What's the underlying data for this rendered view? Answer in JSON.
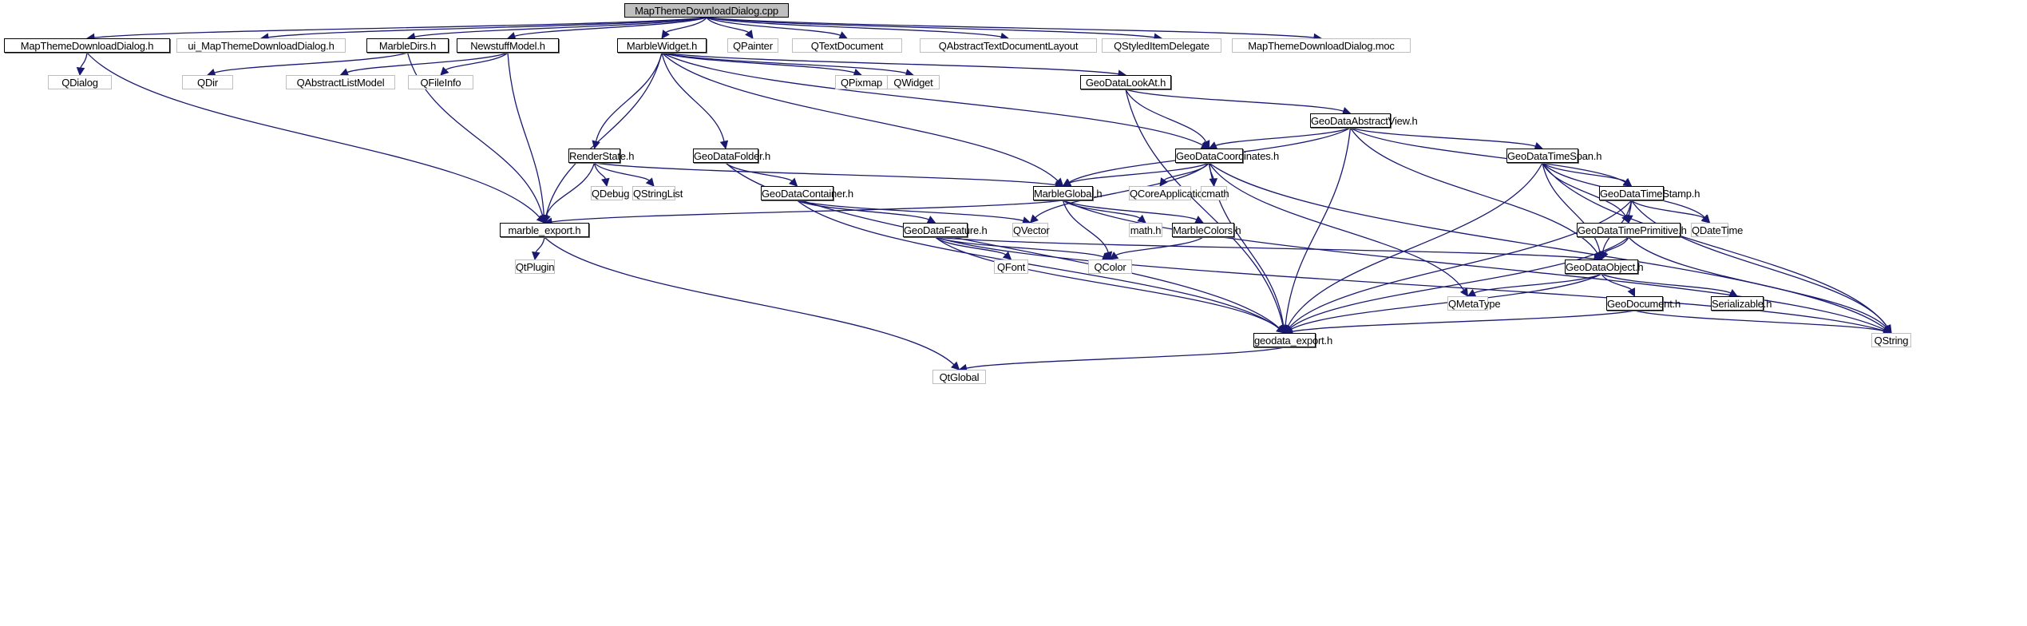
{
  "title": "MapThemeDownloadDialog.cpp include dependency graph",
  "colors": {
    "edge": "#191970",
    "documented_border": "#000000",
    "external_border": "#bfbfbf",
    "root_fill": "#bfbfbf"
  },
  "nodes": [
    {
      "id": "root",
      "label": "MapThemeDownloadDialog.cpp",
      "kind": "root"
    },
    {
      "id": "mtddh",
      "label": "MapThemeDownloadDialog.h",
      "kind": "doc"
    },
    {
      "id": "uimtdd",
      "label": "ui_MapThemeDownloadDialog.h",
      "kind": "ext"
    },
    {
      "id": "marbledirs",
      "label": "MarbleDirs.h",
      "kind": "doc"
    },
    {
      "id": "newstuff",
      "label": "NewstuffModel.h",
      "kind": "doc"
    },
    {
      "id": "marblewidget",
      "label": "MarbleWidget.h",
      "kind": "doc"
    },
    {
      "id": "qpainter",
      "label": "QPainter",
      "kind": "ext"
    },
    {
      "id": "qtextdoc",
      "label": "QTextDocument",
      "kind": "ext"
    },
    {
      "id": "qatdl",
      "label": "QAbstractTextDocumentLayout",
      "kind": "ext"
    },
    {
      "id": "qsid",
      "label": "QStyledItemDelegate",
      "kind": "ext"
    },
    {
      "id": "moc",
      "label": "MapThemeDownloadDialog.moc",
      "kind": "ext"
    },
    {
      "id": "qdialog",
      "label": "QDialog",
      "kind": "ext"
    },
    {
      "id": "qdir",
      "label": "QDir",
      "kind": "ext"
    },
    {
      "id": "qalm",
      "label": "QAbstractListModel",
      "kind": "ext"
    },
    {
      "id": "qfileinfo",
      "label": "QFileInfo",
      "kind": "ext"
    },
    {
      "id": "qpixmap",
      "label": "QPixmap",
      "kind": "ext"
    },
    {
      "id": "qwidget",
      "label": "QWidget",
      "kind": "ext"
    },
    {
      "id": "lookat",
      "label": "GeoDataLookAt.h",
      "kind": "doc"
    },
    {
      "id": "absview",
      "label": "GeoDataAbstractView.h",
      "kind": "doc"
    },
    {
      "id": "renderstate",
      "label": "RenderState.h",
      "kind": "doc"
    },
    {
      "id": "folder",
      "label": "GeoDataFolder.h",
      "kind": "doc"
    },
    {
      "id": "coords",
      "label": "GeoDataCoordinates.h",
      "kind": "doc"
    },
    {
      "id": "timespan",
      "label": "GeoDataTimeSpan.h",
      "kind": "doc"
    },
    {
      "id": "qdebug",
      "label": "QDebug",
      "kind": "ext"
    },
    {
      "id": "qstringlist",
      "label": "QStringList",
      "kind": "ext"
    },
    {
      "id": "container",
      "label": "GeoDataContainer.h",
      "kind": "doc"
    },
    {
      "id": "marbleglobal",
      "label": "MarbleGlobal.h",
      "kind": "doc"
    },
    {
      "id": "qcoreapp",
      "label": "QCoreApplication",
      "kind": "ext"
    },
    {
      "id": "cmath",
      "label": "cmath",
      "kind": "ext"
    },
    {
      "id": "timestamp",
      "label": "GeoDataTimeStamp.h",
      "kind": "doc"
    },
    {
      "id": "marbleexport",
      "label": "marble_export.h",
      "kind": "doc"
    },
    {
      "id": "feature",
      "label": "GeoDataFeature.h",
      "kind": "doc"
    },
    {
      "id": "qvector",
      "label": "QVector",
      "kind": "ext"
    },
    {
      "id": "mathh",
      "label": "math.h",
      "kind": "ext"
    },
    {
      "id": "marblecolors",
      "label": "MarbleColors.h",
      "kind": "doc"
    },
    {
      "id": "timeprim",
      "label": "GeoDataTimePrimitive.h",
      "kind": "doc"
    },
    {
      "id": "qdatetime",
      "label": "QDateTime",
      "kind": "ext"
    },
    {
      "id": "qtplugin",
      "label": "QtPlugin",
      "kind": "ext"
    },
    {
      "id": "qfont",
      "label": "QFont",
      "kind": "ext"
    },
    {
      "id": "qcolor",
      "label": "QColor",
      "kind": "ext"
    },
    {
      "id": "object",
      "label": "GeoDataObject.h",
      "kind": "doc"
    },
    {
      "id": "qmetatype",
      "label": "QMetaType",
      "kind": "ext"
    },
    {
      "id": "document",
      "label": "GeoDocument.h",
      "kind": "doc"
    },
    {
      "id": "serializable",
      "label": "Serializable.h",
      "kind": "doc"
    },
    {
      "id": "geodataexport",
      "label": "geodata_export.h",
      "kind": "doc"
    },
    {
      "id": "qstring",
      "label": "QString",
      "kind": "ext"
    },
    {
      "id": "qtglobal",
      "label": "QtGlobal",
      "kind": "ext"
    }
  ],
  "edges": [
    [
      "root",
      "mtddh"
    ],
    [
      "root",
      "uimtdd"
    ],
    [
      "root",
      "marbledirs"
    ],
    [
      "root",
      "newstuff"
    ],
    [
      "root",
      "marblewidget"
    ],
    [
      "root",
      "qpainter"
    ],
    [
      "root",
      "qtextdoc"
    ],
    [
      "root",
      "qatdl"
    ],
    [
      "root",
      "qsid"
    ],
    [
      "root",
      "moc"
    ],
    [
      "mtddh",
      "qdialog"
    ],
    [
      "mtddh",
      "marbleexport"
    ],
    [
      "marbledirs",
      "qdir"
    ],
    [
      "marbledirs",
      "marbleexport"
    ],
    [
      "newstuff",
      "qalm"
    ],
    [
      "newstuff",
      "qfileinfo"
    ],
    [
      "newstuff",
      "marbleexport"
    ],
    [
      "marblewidget",
      "qpixmap"
    ],
    [
      "marblewidget",
      "qwidget"
    ],
    [
      "marblewidget",
      "lookat"
    ],
    [
      "marblewidget",
      "renderstate"
    ],
    [
      "marblewidget",
      "folder"
    ],
    [
      "marblewidget",
      "coords"
    ],
    [
      "marblewidget",
      "marbleglobal"
    ],
    [
      "marblewidget",
      "marbleexport"
    ],
    [
      "lookat",
      "absview"
    ],
    [
      "lookat",
      "coords"
    ],
    [
      "lookat",
      "geodataexport"
    ],
    [
      "absview",
      "coords"
    ],
    [
      "absview",
      "timespan"
    ],
    [
      "absview",
      "timestamp"
    ],
    [
      "absview",
      "marbleglobal"
    ],
    [
      "absview",
      "object"
    ],
    [
      "absview",
      "geodataexport"
    ],
    [
      "renderstate",
      "qdebug"
    ],
    [
      "renderstate",
      "qstringlist"
    ],
    [
      "renderstate",
      "marbleglobal"
    ],
    [
      "renderstate",
      "marbleexport"
    ],
    [
      "folder",
      "container"
    ],
    [
      "folder",
      "geodataexport"
    ],
    [
      "coords",
      "qcoreapp"
    ],
    [
      "coords",
      "cmath"
    ],
    [
      "coords",
      "marbleglobal"
    ],
    [
      "coords",
      "qvector"
    ],
    [
      "coords",
      "qmetatype"
    ],
    [
      "coords",
      "geodataexport"
    ],
    [
      "coords",
      "qstring"
    ],
    [
      "timespan",
      "timestamp"
    ],
    [
      "timespan",
      "timeprim"
    ],
    [
      "timespan",
      "qdatetime"
    ],
    [
      "timespan",
      "object"
    ],
    [
      "timespan",
      "geodataexport"
    ],
    [
      "timespan",
      "qstring"
    ],
    [
      "container",
      "feature"
    ],
    [
      "container",
      "qvector"
    ],
    [
      "container",
      "geodataexport"
    ],
    [
      "marbleglobal",
      "marbleexport"
    ],
    [
      "marbleglobal",
      "mathh"
    ],
    [
      "marbleglobal",
      "marblecolors"
    ],
    [
      "marbleglobal",
      "qcolor"
    ],
    [
      "marbleglobal",
      "qstring"
    ],
    [
      "timestamp",
      "timeprim"
    ],
    [
      "timestamp",
      "qdatetime"
    ],
    [
      "timestamp",
      "object"
    ],
    [
      "timestamp",
      "geodataexport"
    ],
    [
      "timestamp",
      "qstring"
    ],
    [
      "marbleexport",
      "qtplugin"
    ],
    [
      "marbleexport",
      "qtglobal"
    ],
    [
      "feature",
      "qfont"
    ],
    [
      "feature",
      "qcolor"
    ],
    [
      "feature",
      "object"
    ],
    [
      "feature",
      "geodataexport"
    ],
    [
      "feature",
      "qstring"
    ],
    [
      "marblecolors",
      "qcolor"
    ],
    [
      "timeprim",
      "object"
    ],
    [
      "timeprim",
      "geodataexport"
    ],
    [
      "timeprim",
      "qstring"
    ],
    [
      "object",
      "qmetatype"
    ],
    [
      "object",
      "document"
    ],
    [
      "object",
      "serializable"
    ],
    [
      "object",
      "geodataexport"
    ],
    [
      "document",
      "geodataexport"
    ],
    [
      "document",
      "qstring"
    ],
    [
      "geodataexport",
      "qtglobal"
    ]
  ]
}
